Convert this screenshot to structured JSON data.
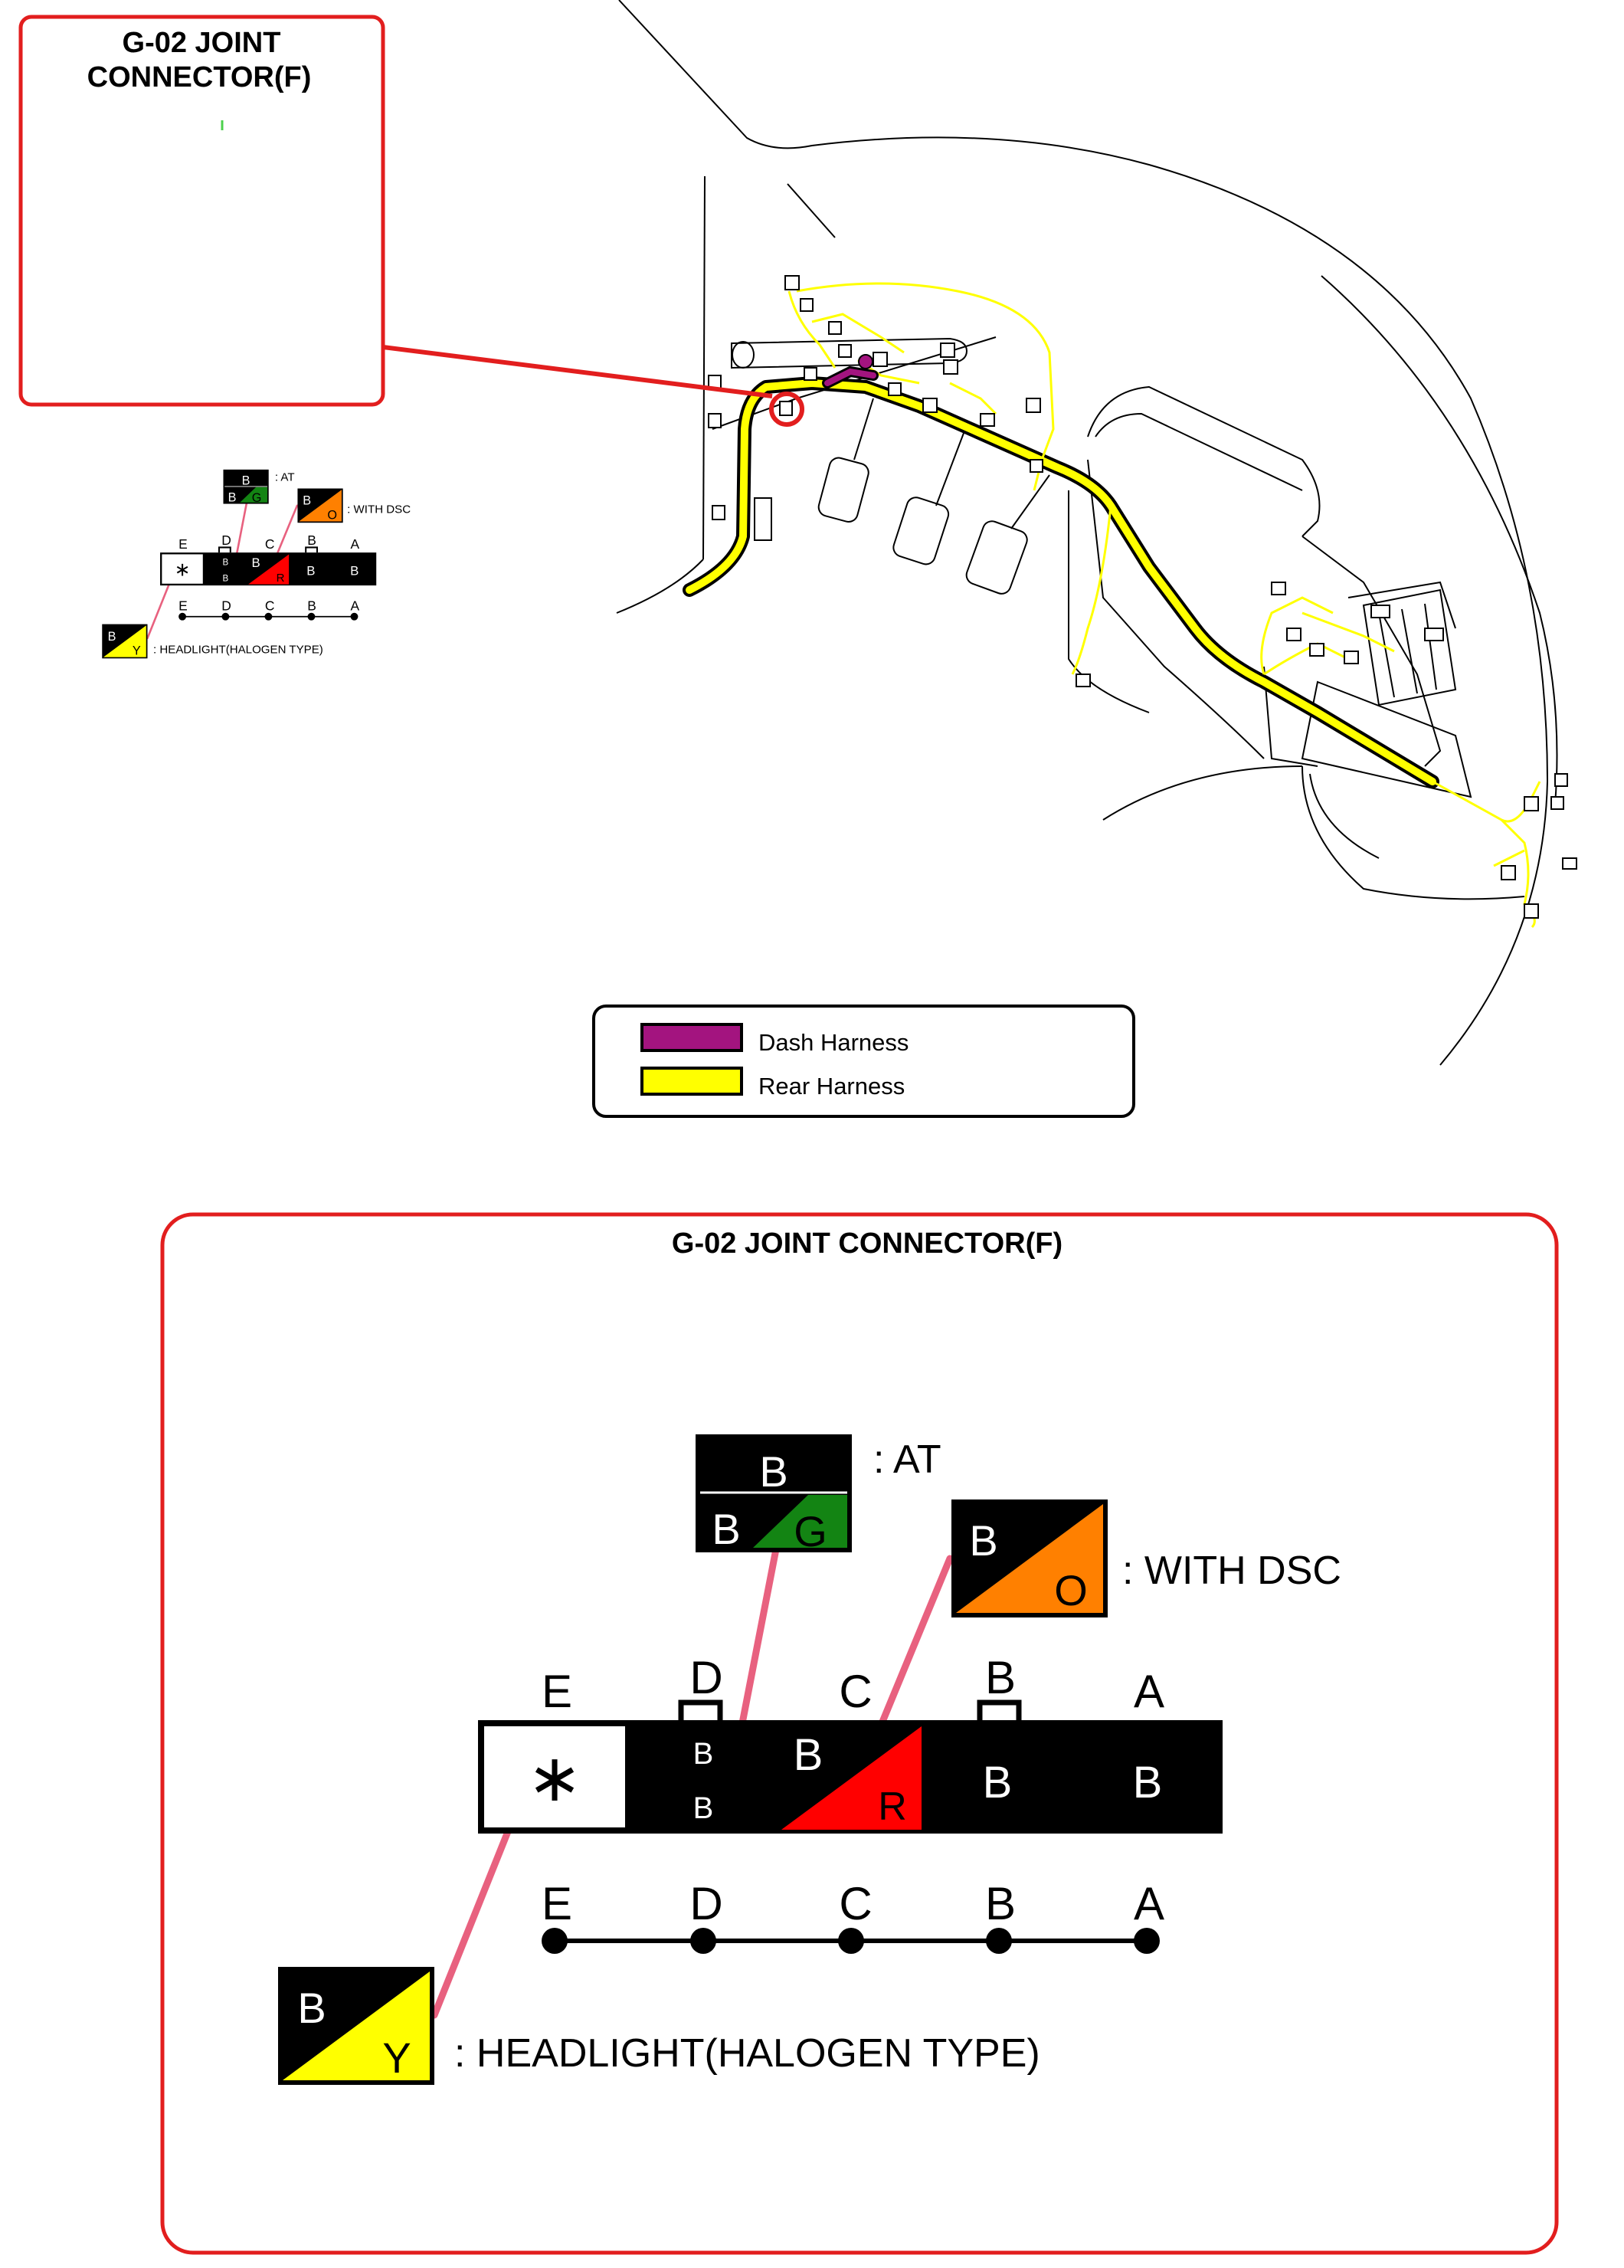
{
  "inset": {
    "title_line1": "G-02 JOINT",
    "title_line2": "CONNECTOR(F)"
  },
  "main": {
    "title": "G-02 JOINT CONNECTOR(F)"
  },
  "terminals": {
    "top": [
      "E",
      "D",
      "C",
      "B",
      "A"
    ],
    "bottom": [
      "E",
      "D",
      "C",
      "B",
      "A"
    ]
  },
  "connector": {
    "e_symbol": "∗",
    "d_upper": "B",
    "d_lower": "B",
    "c_left": "B",
    "c_right": "R",
    "b_wire": "B",
    "a_wire": "B"
  },
  "callouts": {
    "at": {
      "top": "B",
      "bottom_left": "B",
      "bottom_right": "G",
      "label": ": AT"
    },
    "dsc": {
      "left": "B",
      "right": "O",
      "label": ": WITH DSC"
    },
    "headlight": {
      "left": "B",
      "right": "Y",
      "label": ": HEADLIGHT(HALOGEN TYPE)"
    }
  },
  "legend": {
    "items": [
      {
        "label": "Dash Harness",
        "color": "#a3147f"
      },
      {
        "label": "Rear Harness",
        "color": "#ffff00"
      }
    ]
  },
  "colors": {
    "frame_red": "#e21e1e",
    "callout_pink": "#e8617f",
    "wire_green": "#138413",
    "wire_orange": "#ff8000",
    "wire_red": "#ff0000",
    "wire_yellow": "#ffff00"
  }
}
